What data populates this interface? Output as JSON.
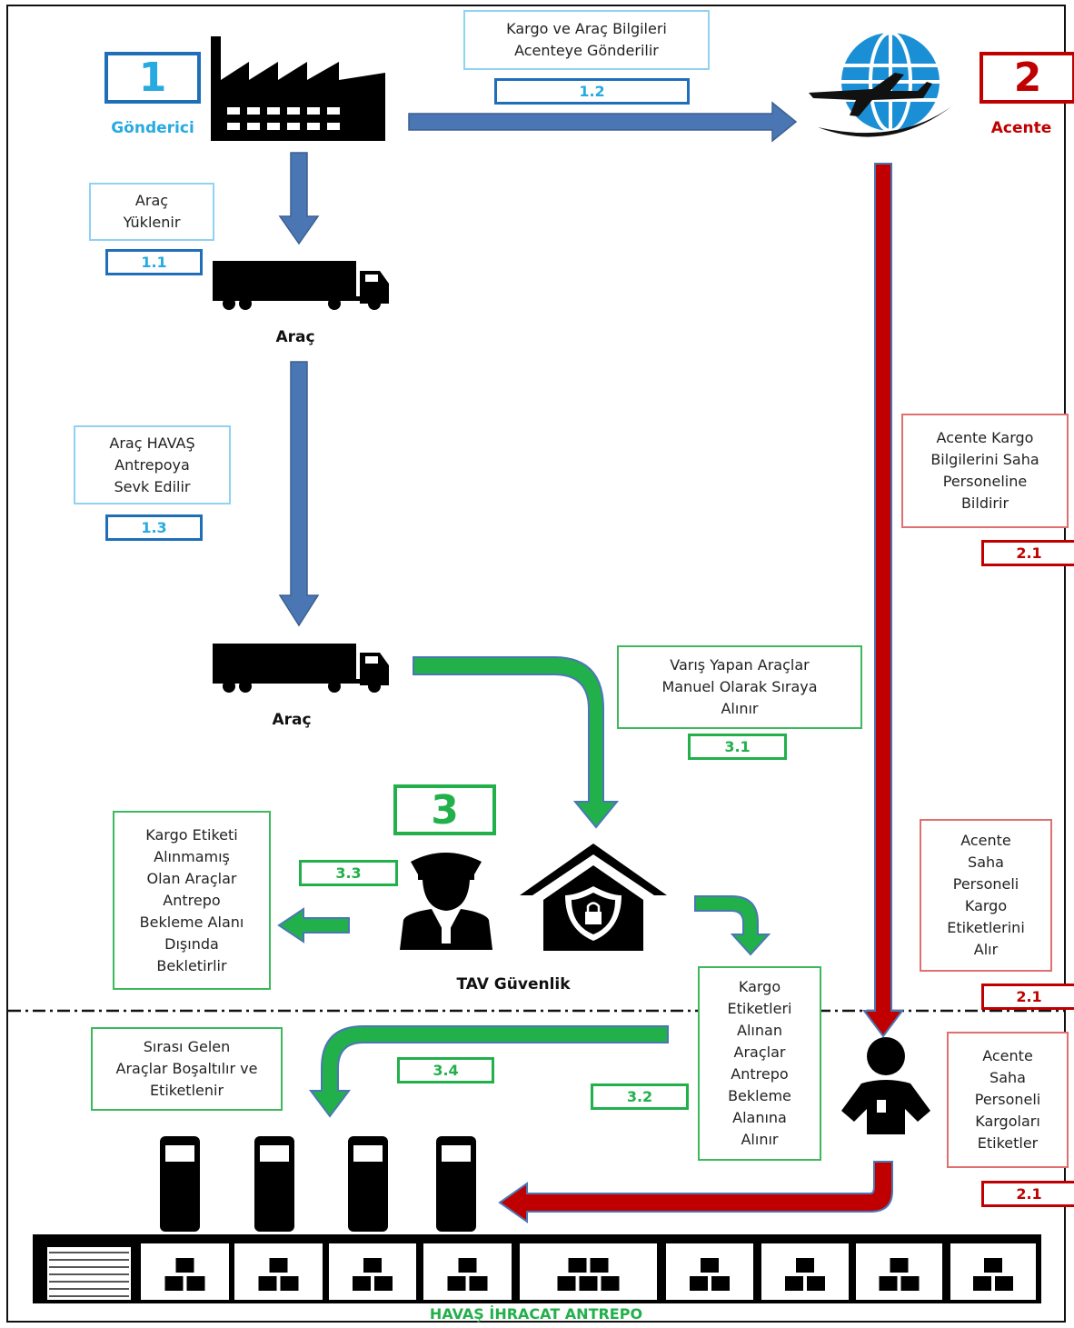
{
  "colors": {
    "blue_arrow": "#4a77b4",
    "red_arrow": "#c00000",
    "green_arrow": "#22b04b",
    "sender": "#27aae1",
    "agent": "#c00000",
    "warehouse": "#22b04b"
  },
  "actors": {
    "sender": {
      "number": "1",
      "label": "Gönderici",
      "icon": "factory-icon"
    },
    "agent": {
      "number": "2",
      "label": "Acente",
      "icon": "globe-plane-icon"
    },
    "security": {
      "number": "3",
      "label": "TAV Güvenlik",
      "icon": "security-guard-icon"
    }
  },
  "vehicles": {
    "truck1_label": "Araç",
    "truck2_label": "Araç"
  },
  "steps": {
    "s1_1": {
      "num": "1.1",
      "text": "Araç\nYüklenir"
    },
    "s1_2": {
      "num": "1.2",
      "text": "Kargo ve Araç Bilgileri\nAcenteye Gönderilir"
    },
    "s1_3": {
      "num": "1.3",
      "text": "Araç HAVAŞ\nAntrepoya\nSevk Edilir"
    },
    "s2_1a": {
      "num": "2.1",
      "text": "Acente Kargo\nBilgilerini Saha\nPersoneline\nBildirir"
    },
    "s2_1b": {
      "num": "2.1",
      "text": "Acente\nSaha\nPersoneli\nKargo\nEtiketlerini\nAlır"
    },
    "s2_1c": {
      "num": "2.1",
      "text": "Acente\nSaha\nPersoneli\nKargoları\nEtiketler"
    },
    "s3_1": {
      "num": "3.1",
      "text": "Varış Yapan Araçlar\nManuel Olarak Sıraya\nAlınır"
    },
    "s3_2": {
      "num": "3.2",
      "text": "Kargo\nEtiketleri\nAlınan\nAraçlar\nAntrepo\nBekleme\nAlanına\nAlınır"
    },
    "s3_3": {
      "num": "3.3",
      "text": "Kargo Etiketi\nAlınmamış\nOlan Araçlar\nAntrepo\nBekleme Alanı\nDışında\nBekletirlir"
    },
    "s3_4": {
      "num": "3.4",
      "text": "Sırası Gelen\nAraçlar Boşaltılır ve\nEtiketlenir"
    }
  },
  "warehouse_label": "HAVAŞ İHRACAT ANTREPO"
}
